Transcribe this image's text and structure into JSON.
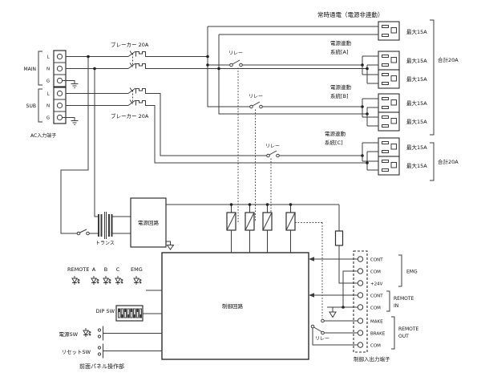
{
  "diagram": {
    "ac_input_label": "AC入力端子",
    "main_label": "MAIN",
    "sub_label": "SUB",
    "terminal_letters": [
      "L",
      "N",
      "G"
    ],
    "breaker_label": "ブレーカー  20A",
    "relay_label": "リレー",
    "always_on_label": "常時通電（電源非連動）",
    "linked_label": "電源連動",
    "system_a": "系統[A]",
    "system_b": "系統[B]",
    "system_c": "系統[C]",
    "max_current": "最大15A",
    "total_current": "合計20A",
    "transformer_label": "トランス",
    "power_circuit_label": "電源回路",
    "control_circuit_label": "制御回路",
    "front_panel_label": "前面パネル操作部",
    "panel": {
      "remote": "REMOTE",
      "a": "A",
      "b": "B",
      "c": "C",
      "emg": "EMG",
      "dip": "DIP SW",
      "power": "電源SW",
      "reset": "リセットSW"
    },
    "io": {
      "label": "制御入出力端子",
      "terminals": [
        "CONT",
        "COM",
        "+24V",
        "CONT",
        "COM",
        "MAKE",
        "BRAKE",
        "COM"
      ],
      "groups": {
        "emg": "EMG",
        "remote_in_1": "REMOTE",
        "remote_in_2": "IN",
        "remote_out_1": "REMOTE",
        "remote_out_2": "OUT"
      }
    },
    "colors": {
      "line": "#3c3c3c",
      "text": "#111111",
      "bg": "#ffffff"
    }
  }
}
